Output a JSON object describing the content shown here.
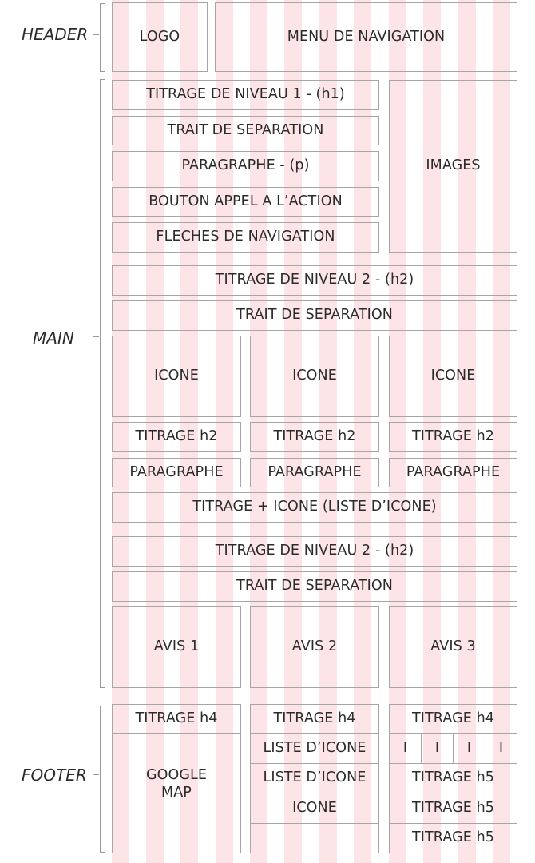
{
  "sections": {
    "header": "HEADER",
    "main": "MAIN",
    "footer": "FOOTER"
  },
  "header": {
    "logo": "LOGO",
    "nav": "MENU DE NAVIGATION"
  },
  "main": {
    "h1": "TITRAGE DE NIVEAU 1 - (h1)",
    "separator1": "TRAIT DE SEPARATION",
    "paragraph": "PARAGRAPHE - (p)",
    "cta": "BOUTON APPEL A L’ACTION",
    "arrows": "FLECHES DE NAVIGATION",
    "images": "IMAGES",
    "h2_a": "TITRAGE DE NIVEAU 2 - (h2)",
    "separator2": "TRAIT DE SEPARATION",
    "icons": [
      "ICONE",
      "ICONE",
      "ICONE"
    ],
    "titles_h2": [
      "TITRAGE h2",
      "TITRAGE h2",
      "TITRAGE h2"
    ],
    "paragraphs": [
      "PARAGRAPHE",
      "PARAGRAPHE",
      "PARAGRAPHE"
    ],
    "icon_list": "TITRAGE + ICONE (LISTE D’ICONE)",
    "h2_b": "TITRAGE DE NIVEAU 2 - (h2)",
    "separator3": "TRAIT DE SEPARATION",
    "reviews": [
      "AVIS 1",
      "AVIS 2",
      "AVIS 3"
    ]
  },
  "footer": {
    "col1": {
      "title": "TITRAGE h4",
      "map": "GOOGLE MAP"
    },
    "col2": {
      "title": "TITRAGE h4",
      "items": [
        "LISTE D’ICONE",
        "LISTE D’ICONE",
        "ICONE"
      ]
    },
    "col3": {
      "title": "TITRAGE h4",
      "icons": [
        "I",
        "I",
        "I",
        "I"
      ],
      "titles": [
        "TITRAGE h5",
        "TITRAGE h5",
        "TITRAGE h5"
      ]
    }
  }
}
